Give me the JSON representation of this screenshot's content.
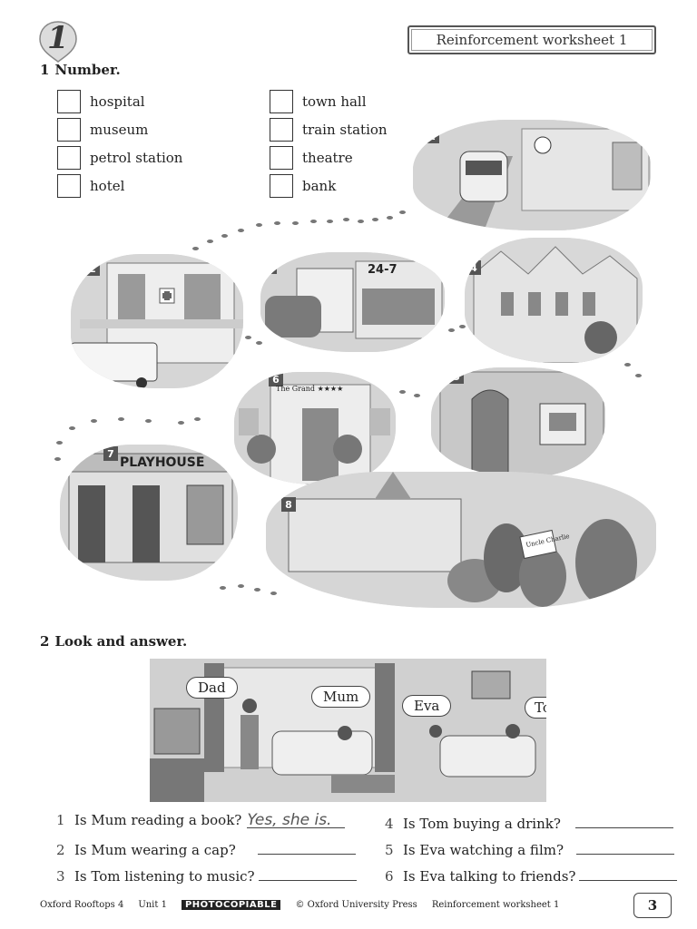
{
  "header": {
    "unit_number": "1",
    "worksheet_title": "Reinforcement worksheet 1"
  },
  "exercise1": {
    "number": "1",
    "title": "Number.",
    "left_words": [
      "hospital",
      "museum",
      "petrol station",
      "hotel"
    ],
    "right_words": [
      "town hall",
      "train station",
      "theatre",
      "bank"
    ],
    "scene_labels": [
      "1",
      "2",
      "3",
      "4",
      "5",
      "6",
      "7",
      "8"
    ],
    "signs": {
      "petrol": "24-7",
      "theatre": "PLAYHOUSE",
      "hotel": "The Grand ★★★★",
      "uncle_sign": "Uncle Charlie"
    }
  },
  "exercise2": {
    "number": "2",
    "title": "Look and answer.",
    "bubbles": [
      "Dad",
      "Mum",
      "Eva",
      "Tom"
    ],
    "questions_left": [
      {
        "num": "1",
        "text": "Is Mum reading a book?",
        "answer": "Yes, she is."
      },
      {
        "num": "2",
        "text": "Is Mum wearing a cap?",
        "answer": ""
      },
      {
        "num": "3",
        "text": "Is Tom listening to music?",
        "answer": ""
      }
    ],
    "questions_right": [
      {
        "num": "4",
        "text": "Is Tom buying a drink?",
        "answer": ""
      },
      {
        "num": "5",
        "text": "Is Eva watching a film?",
        "answer": ""
      },
      {
        "num": "6",
        "text": "Is Eva talking to friends?",
        "answer": ""
      }
    ]
  },
  "footer": {
    "book": "Oxford Rooftops 4",
    "unit": "Unit 1",
    "photocopiable": "PHOTOCOPIABLE",
    "copyright": "© Oxford University Press",
    "worksheet": "Reinforcement worksheet 1",
    "page_number": "3"
  }
}
